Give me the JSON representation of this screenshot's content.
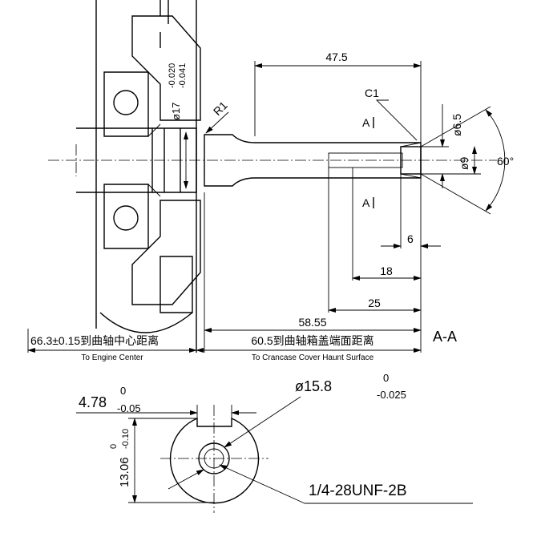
{
  "drawing": {
    "ink_color": "#000000",
    "background": "#ffffff",
    "main_view": {
      "dim_47_5": "47.5",
      "chamfer": "C1",
      "dia_6_5": "ø6.5",
      "section_mark_top": "A",
      "section_mark_bottom": "A",
      "dia_9": "ø9",
      "angle": "60°",
      "radius": "R1",
      "dia_17": "ø17",
      "tol_17_upper": "-0.020",
      "tol_17_lower": "-0.041",
      "dim_6": "6",
      "dim_18": "18",
      "dim_25": "25",
      "dim_58_55": "58.55",
      "engine_center_cn": "66.3±0.15到曲轴中心距离",
      "engine_center_en": "To Engine Center",
      "cover_cn": "60.5到曲轴箱盖端面距离",
      "cover_en": "To Crancase Cover Haunt Surface"
    },
    "section_view": {
      "label": "A-A",
      "key_width": "4.78",
      "key_width_tol_upper": "0",
      "key_width_tol_lower": "-0.05",
      "dia_15_8": "ø15.8",
      "dia_15_8_tol_upper": "0",
      "dia_15_8_tol_lower": "-0.025",
      "height": "13.06",
      "height_tol_upper": "0",
      "height_tol_lower": "-0.10",
      "thread": "1/4-28UNF-2B"
    }
  }
}
